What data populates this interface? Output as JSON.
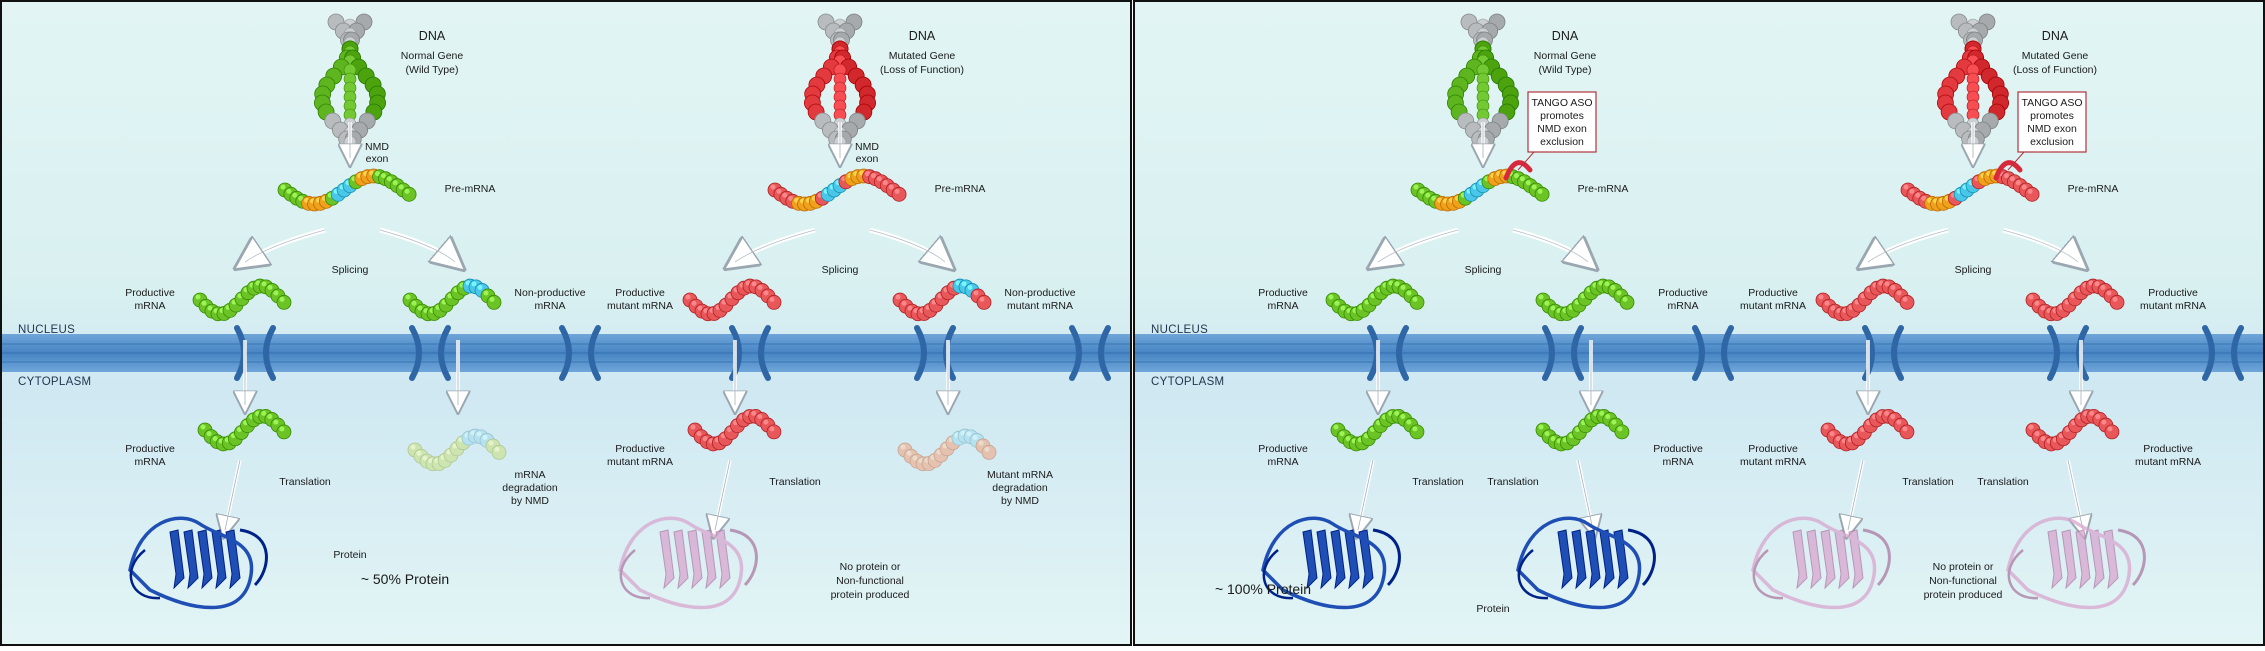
{
  "colors": {
    "background_top": "#dff4f3",
    "background_bottom": "#e6f6f5",
    "frame": "#111111",
    "membrane": "#4a86c4",
    "membrane_dark": "#2f66a5",
    "wildtype_rna": "#6cc326",
    "mutant_rna": "#e8575a",
    "nmd_exon": "#49c6e8",
    "intron": "#f0a11b",
    "protein_functional": "#1f4fb5",
    "protein_nonfunctional": "#d8a6cf",
    "aso": "#d8283c"
  },
  "panels": [
    {
      "membrane": {
        "top_label": "NUCLEUS",
        "bottom_label": "CYTOPLASM"
      },
      "genes": [
        {
          "dna_title": "DNA",
          "gene_line1": "Normal Gene",
          "gene_line2": "(Wild Type)",
          "nmd_label_1": "NMD",
          "nmd_label_2": "exon",
          "premrna": "Pre-mRNA",
          "splicing": "Splicing",
          "left_mrna_1": "Productive",
          "left_mrna_2": "mRNA",
          "right_mrna_1": "Non-productive",
          "right_mrna_2": "mRNA",
          "cyto_left_1": "Productive",
          "cyto_left_2": "mRNA",
          "translation": "Translation",
          "degradation_1": "mRNA",
          "degradation_2": "degradation",
          "degradation_3": "by NMD",
          "protein": "Protein",
          "percent": "~ 50% Protein"
        },
        {
          "dna_title": "DNA",
          "gene_line1": "Mutated Gene",
          "gene_line2": "(Loss of Function)",
          "nmd_label_1": "NMD",
          "nmd_label_2": "exon",
          "premrna": "Pre-mRNA",
          "splicing": "Splicing",
          "left_mrna_1": "Productive",
          "left_mrna_2": "mutant mRNA",
          "right_mrna_1": "Non-productive",
          "right_mrna_2": "mutant mRNA",
          "cyto_left_1": "Productive",
          "cyto_left_2": "mutant mRNA",
          "translation": "Translation",
          "degradation_1": "Mutant mRNA",
          "degradation_2": "degradation",
          "degradation_3": "by NMD",
          "protein_1": "No protein or",
          "protein_2": "Non-functional",
          "protein_3": "protein produced"
        }
      ]
    },
    {
      "membrane": {
        "top_label": "NUCLEUS",
        "bottom_label": "CYTOPLASM"
      },
      "aso_callout": [
        "TANGO ASO",
        "promotes",
        "NMD exon",
        "exclusion"
      ],
      "genes": [
        {
          "dna_title": "DNA",
          "gene_line1": "Normal Gene",
          "gene_line2": "(Wild Type)",
          "premrna": "Pre-mRNA",
          "splicing": "Splicing",
          "left_mrna_1": "Productive",
          "left_mrna_2": "mRNA",
          "right_mrna_1": "Productive",
          "right_mrna_2": "mRNA",
          "cyto_left_1": "Productive",
          "cyto_left_2": "mRNA",
          "cyto_right_1": "Productive",
          "cyto_right_2": "mRNA",
          "translation": "Translation",
          "protein": "Protein",
          "percent": "~ 100% Protein"
        },
        {
          "dna_title": "DNA",
          "gene_line1": "Mutated Gene",
          "gene_line2": "(Loss of Function)",
          "premrna": "Pre-mRNA",
          "splicing": "Splicing",
          "left_mrna_1": "Productive",
          "left_mrna_2": "mutant mRNA",
          "right_mrna_1": "Productive",
          "right_mrna_2": "mutant mRNA",
          "cyto_left_1": "Productive",
          "cyto_left_2": "mutant mRNA",
          "cyto_right_1": "Productive",
          "cyto_right_2": "mutant mRNA",
          "translation": "Translation",
          "protein_1": "No protein or",
          "protein_2": "Non-functional",
          "protein_3": "protein produced"
        }
      ]
    }
  ]
}
